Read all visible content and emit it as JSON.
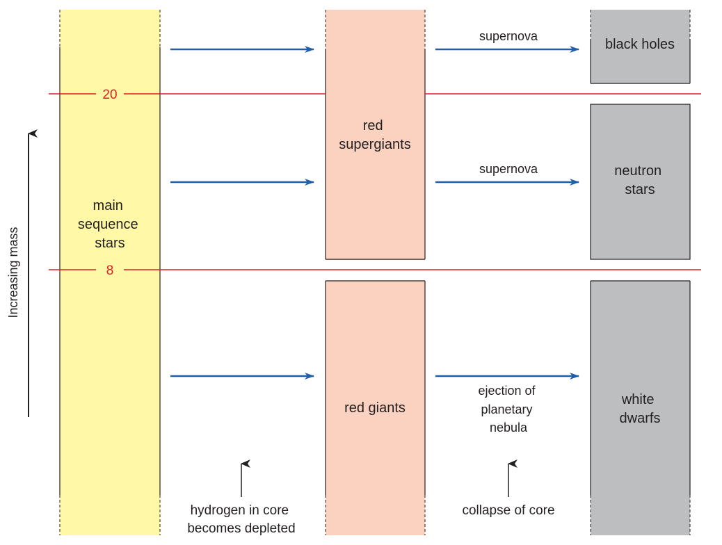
{
  "axis": {
    "label": "Increasing mass"
  },
  "thresholds": [
    {
      "value": "20"
    },
    {
      "value": "8"
    }
  ],
  "stages": {
    "main_sequence": [
      "main",
      "sequence",
      "stars"
    ],
    "red_supergiants": [
      "red",
      "supergiants"
    ],
    "red_giants": [
      "red giants"
    ],
    "black_holes": [
      "black holes"
    ],
    "neutron_stars": [
      "neutron",
      "stars"
    ],
    "white_dwarfs": [
      "white",
      "dwarfs"
    ]
  },
  "transitions": {
    "supernova_top": "supernova",
    "supernova_mid": "supernova",
    "ejection": [
      "ejection of",
      "planetary",
      "nebula"
    ]
  },
  "notes": {
    "hydrogen": [
      "hydrogen in core",
      "becomes depleted"
    ],
    "collapse": "collapse of core"
  },
  "colors": {
    "main_sequence_fill": "#fff8a6",
    "giant_fill": "#fbd1bf",
    "remnant_fill": "#bcbec0",
    "arrow_blue": "#1f5fa8",
    "mass_line_red": "#e31e24",
    "outline": "#231f20"
  }
}
